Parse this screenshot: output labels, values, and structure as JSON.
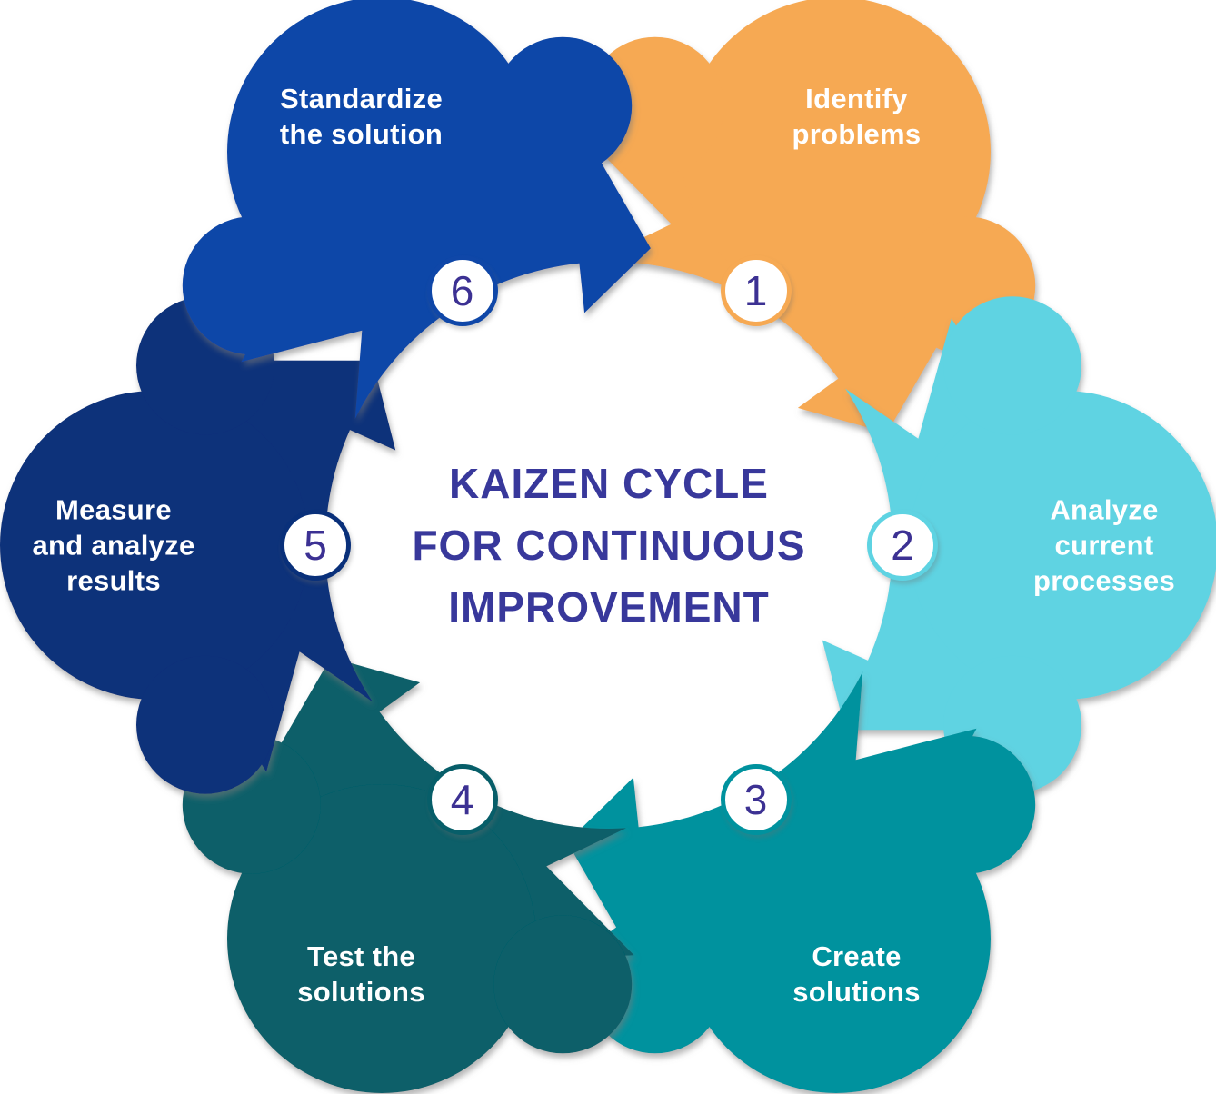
{
  "title": {
    "text": "KAIZEN CYCLE\nFOR CONTINUOUS\nIMPROVEMENT",
    "color": "#38389B"
  },
  "steps": [
    {
      "number": "1",
      "label": "Identify\nproblems",
      "color": "#F6A953"
    },
    {
      "number": "2",
      "label": "Analyze\ncurrent\nprocesses",
      "color": "#5ED3E2"
    },
    {
      "number": "3",
      "label": "Create\nsolutions",
      "color": "#00929E"
    },
    {
      "number": "4",
      "label": "Test the\nsolutions",
      "color": "#075E69"
    },
    {
      "number": "5",
      "label": "Measure\nand analyze\nresults",
      "color": "#09307A"
    },
    {
      "number": "6",
      "label": "Standardize\nthe solution",
      "color": "#0F47A8"
    }
  ],
  "number_color": "#3C3193",
  "label_color": "#FFFFFF",
  "shadow_color": "#7A7A7A"
}
